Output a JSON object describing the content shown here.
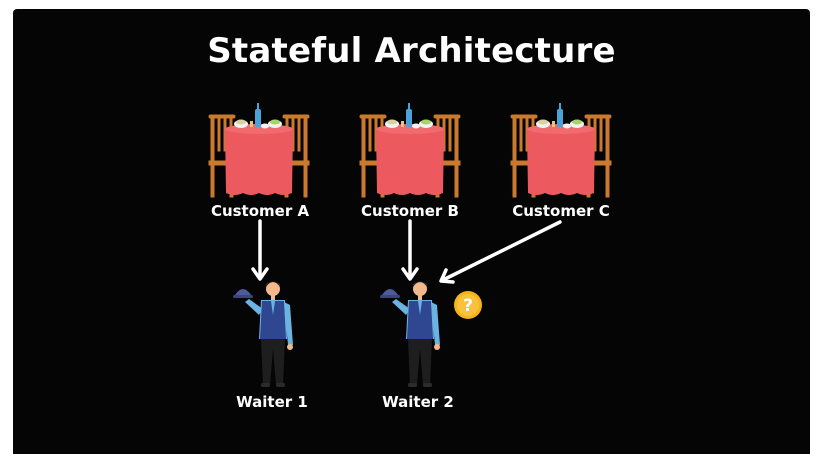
{
  "title": "Stateful Architecture",
  "customers": [
    {
      "label": "Customer A"
    },
    {
      "label": "Customer B"
    },
    {
      "label": "Customer C"
    }
  ],
  "waiters": [
    {
      "label": "Waiter 1"
    },
    {
      "label": "Waiter 2",
      "badge": "?"
    }
  ],
  "colors": {
    "background": "#050506",
    "tablecloth": "#ec5a5f",
    "chair": "#c97a2e",
    "vest": "#2f4690",
    "shirt": "#6bb3e0",
    "badge": "#f7b418",
    "arrow": "#ffffff"
  }
}
